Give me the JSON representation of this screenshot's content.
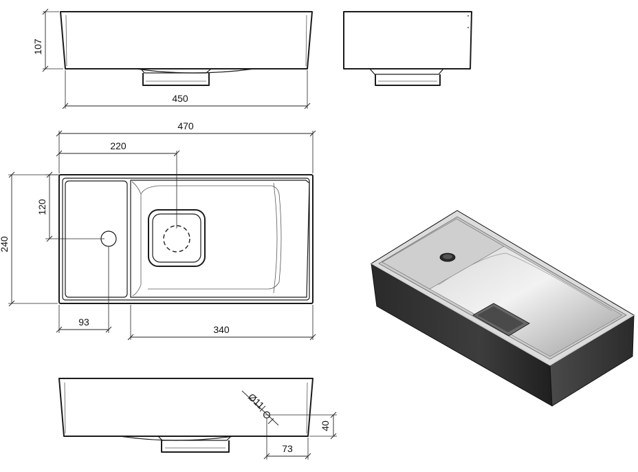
{
  "dimensions": {
    "front_height": "107",
    "front_width": "450",
    "overall_length": "470",
    "drain_offset": "220",
    "hole_offset_y": "120",
    "overall_depth": "240",
    "hole_offset_x": "93",
    "basin_length": "340",
    "hole_diameter": "Ø11",
    "rear_hole_height": "40",
    "rear_hole_offset": "73"
  },
  "colors": {
    "line": "#1a1a1a",
    "render_body": "#3a3a3a",
    "render_rim": "#cfcfcf",
    "render_basin": "#bdbdbd"
  }
}
